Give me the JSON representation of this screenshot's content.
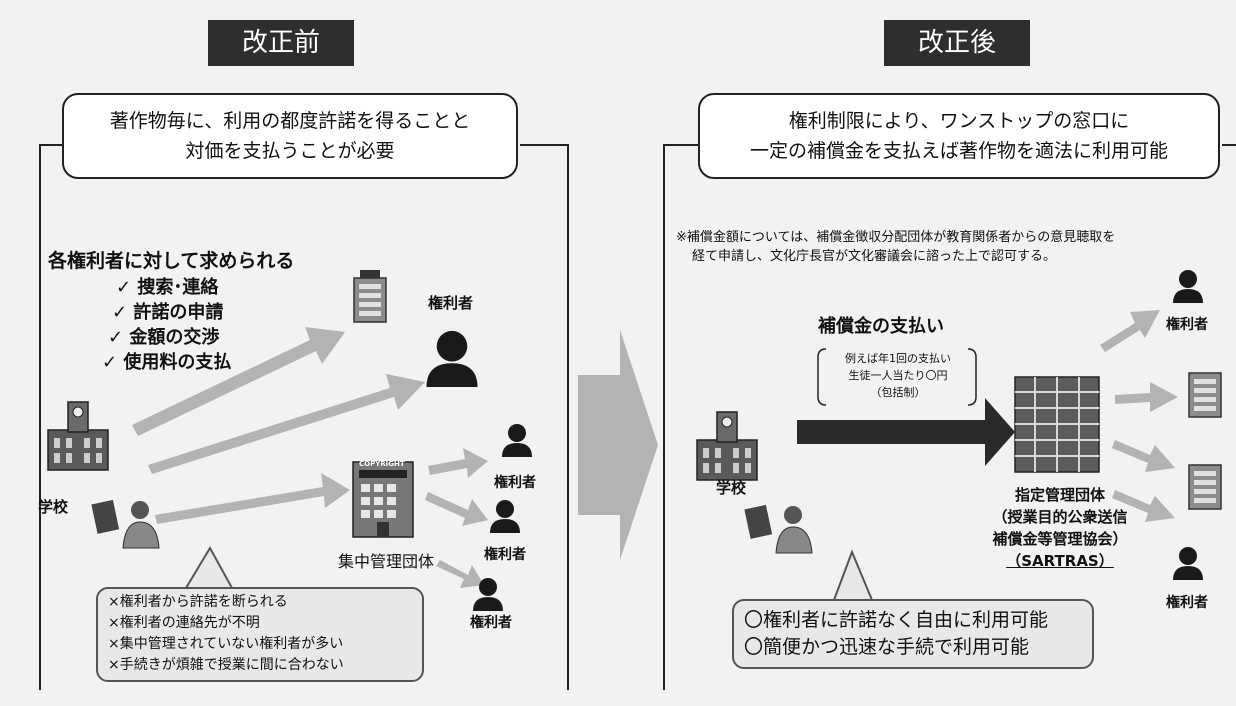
{
  "before": {
    "header": "改正前",
    "callout": [
      "著作物毎に、利用の都度許諾を得ることと",
      "対価を支払うことが必要"
    ],
    "requirements_title": "各権利者に対して求められる",
    "requirements": [
      "✓  捜索･連絡",
      "✓  許諾の申請",
      "✓  金額の交渉",
      "✓  使用料の支払"
    ],
    "school_label": "学校",
    "rightsholder_label": "権利者",
    "collective_label": "集中管理団体",
    "problems": [
      "×権利者から許諾を断られる",
      "×権利者の連絡先が不明",
      "×集中管理されていない権利者が多い",
      "×手続きが煩雑で授業に間に合わない"
    ],
    "building_sign": "COPYRIGHT"
  },
  "after": {
    "header": "改正後",
    "callout": [
      "権利制限により、ワンストップの窓口に",
      "一定の補償金を支払えば著作物を適法に利用可能"
    ],
    "note": [
      "※補償金額については、補償金徴収分配団体が教育関係者からの意見聴取を",
      "経て申請し、文化庁長官が文化審議会に諮った上で認可する。"
    ],
    "payment_title": "補償金の支払い",
    "payment_example": [
      "例えば年1回の支払い",
      "生徒一人当たり〇円",
      "（包括制）"
    ],
    "school_label": "学校",
    "org_label": [
      "指定管理団体",
      "（授業目的公衆送信",
      "補償金等管理協会）",
      "（SARTRAS）"
    ],
    "rightsholder_label": "権利者",
    "benefits": [
      "〇権利者に許諾なく自由に利用可能",
      "〇簡便かつ迅速な手続で利用可能"
    ]
  },
  "colors": {
    "arrow_light": "#b3b3b3",
    "arrow_dark": "#2a2a2a",
    "header_bg": "#2e2e2e"
  }
}
